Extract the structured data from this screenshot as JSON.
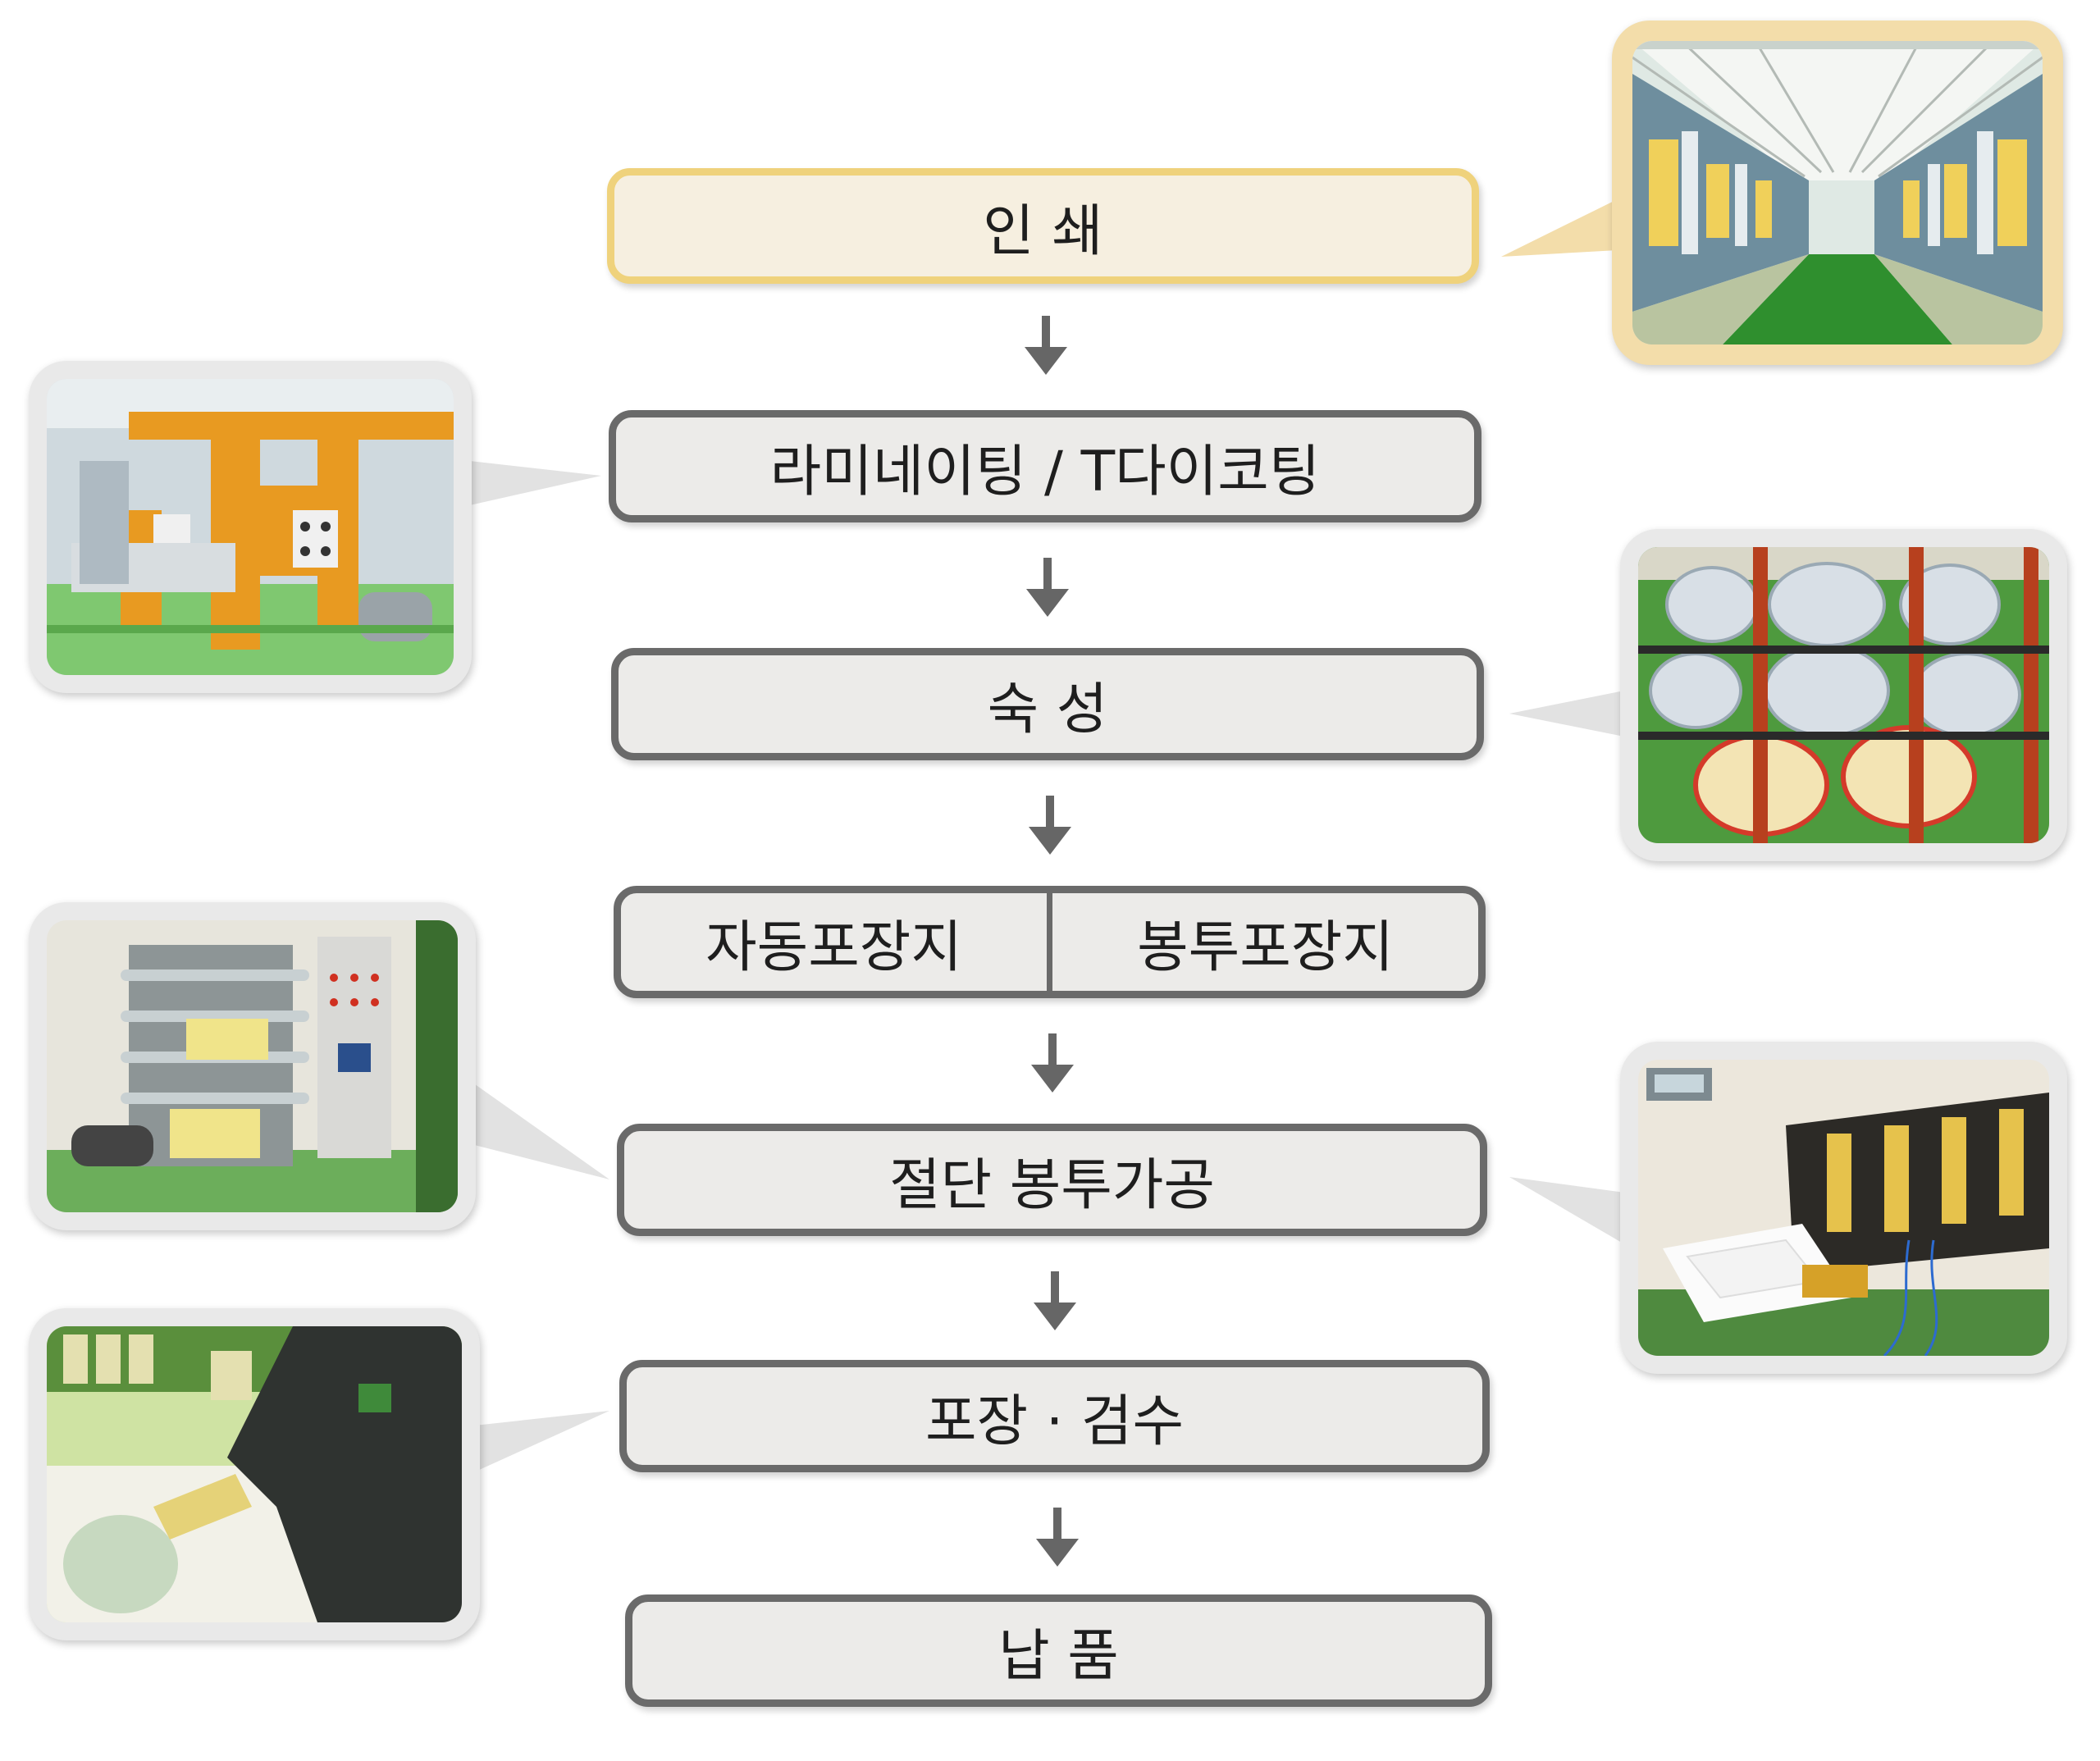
{
  "steps": {
    "print": "인  쇄",
    "laminate": "라미네이팅 / T다이코팅",
    "aging": "숙  성",
    "auto_pack": "자동포장지",
    "bag_pack": "봉투포장지",
    "cutting": "절단  봉투가공",
    "inspect": "포장 · 검수",
    "delivery": "납  품"
  },
  "colors": {
    "box_fill": "#ecebe9",
    "box_border": "#6a6a6a",
    "highlight_fill": "#f6efe0",
    "highlight_border": "#efd27c",
    "arrow": "#666666",
    "callout_frame": "#e9e9e9",
    "callout_frame_highlight": "#f3ddaa"
  }
}
